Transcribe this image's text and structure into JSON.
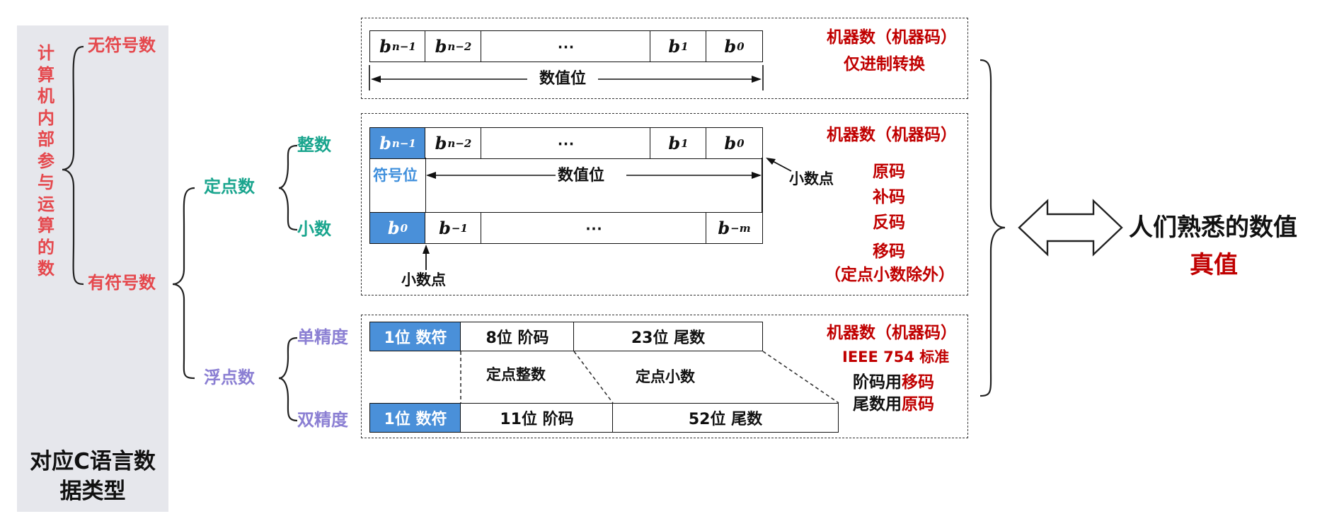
{
  "left_panel": {
    "vertical_title": "计算机内部参与运算的数",
    "bottom_label": "对应C语言数据类型"
  },
  "tree": {
    "unsigned": "无符号数",
    "signed": "有符号数",
    "fixed_point": "定点数",
    "integer": "整数",
    "fraction": "小数",
    "floating_point": "浮点数",
    "single": "单精度",
    "double": "双精度"
  },
  "unsigned_box": {
    "cells": [
      {
        "main": "b",
        "sub": "n−1"
      },
      {
        "main": "b",
        "sub": "n−2"
      },
      {
        "main": "⋯",
        "sub": ""
      },
      {
        "main": "b",
        "sub": "1"
      },
      {
        "main": "b",
        "sub": "0"
      }
    ],
    "value_bits": "数值位",
    "label1": "机器数（机器码）",
    "label2": "仅进制转换"
  },
  "fixed_box": {
    "int_cells": [
      {
        "main": "b",
        "sub": "n−1"
      },
      {
        "main": "b",
        "sub": "n−2"
      },
      {
        "main": "⋯",
        "sub": ""
      },
      {
        "main": "b",
        "sub": "1"
      },
      {
        "main": "b",
        "sub": "0"
      }
    ],
    "sign_bit": "符号位",
    "value_bits": "数值位",
    "frac_cells": [
      {
        "main": "b",
        "sub": "0"
      },
      {
        "main": "b",
        "sub": "−1"
      },
      {
        "main": "⋯",
        "sub": ""
      },
      {
        "main": "b",
        "sub": "−m"
      }
    ],
    "point_right": "小数点",
    "point_bottom": "小数点",
    "label": "机器数（机器码）",
    "codes": [
      "原码",
      "补码",
      "反码",
      "移码"
    ],
    "note": "（定点小数除外）"
  },
  "float_box": {
    "single_cells": [
      "1位 数符",
      "8位 阶码",
      "23位 尾数"
    ],
    "double_cells": [
      "1位 数符",
      "11位 阶码",
      "52位 尾数"
    ],
    "fixed_int": "定点整数",
    "fixed_frac": "定点小数",
    "label": "机器数（机器码）",
    "standard": "IEEE 754 标准",
    "exp_prefix": "阶码用",
    "exp_code": "移码",
    "mant_prefix": "尾数用",
    "mant_code": "原码"
  },
  "right": {
    "familiar": "人们熟悉的数值",
    "true_value": "真值"
  },
  "colors": {
    "red": "#e5484d",
    "dark_red": "#c00000",
    "teal": "#1aa58e",
    "purple": "#8b7fd3",
    "blue_fill": "#4a90d9",
    "panel_bg": "#e6e7ec"
  }
}
